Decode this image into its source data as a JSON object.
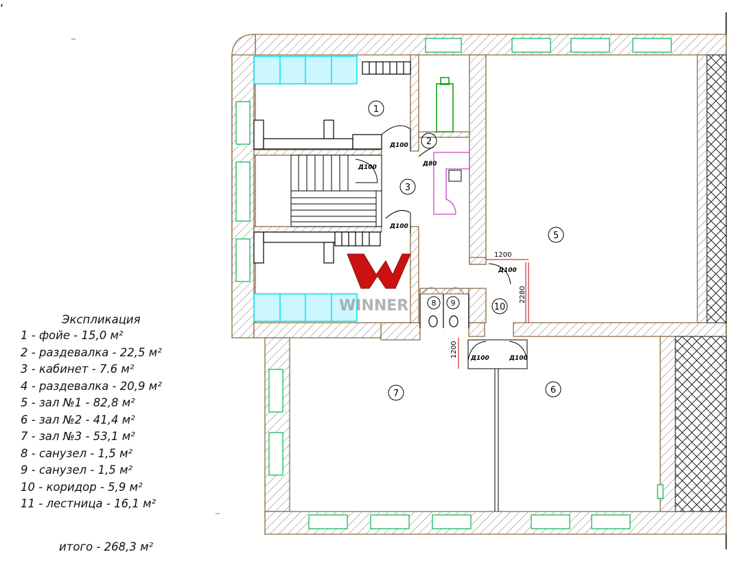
{
  "explication": {
    "title": "Экспликация",
    "rows": [
      "1 - фойе - 15,0 м²",
      "2 - раздевалка - 22,5 м²",
      "3 - кабинет - 7.6 м²",
      "4 - раздевалка - 20,9 м²",
      "5 - зал №1 - 82,8 м²",
      "6 - зал №2 - 41,4 м²",
      "7 - зал №3 - 53,1 м²",
      "8 - санузел - 1,5 м²",
      "9 - санузел - 1,5 м²",
      "10 - коридор - 5,9 м²",
      "11 - лестница - 16,1 м²"
    ],
    "total": "итого - 268,3 м²"
  },
  "rooms": [
    "1",
    "2",
    "3",
    "5",
    "6",
    "7",
    "8",
    "9",
    "10"
  ],
  "doors": [
    "Д100",
    "Д100",
    "Д80",
    "Д100",
    "Д100",
    "Д100",
    "Д100"
  ],
  "dims": [
    "1200",
    "2280",
    "1200"
  ],
  "watermark": "WINNER",
  "colors": {
    "wall": "#8a6a3c",
    "window": "#00b050",
    "locker": "#00ffff",
    "dim": "#cc0000",
    "furniture": "#cc44cc",
    "green": "#00a000"
  }
}
